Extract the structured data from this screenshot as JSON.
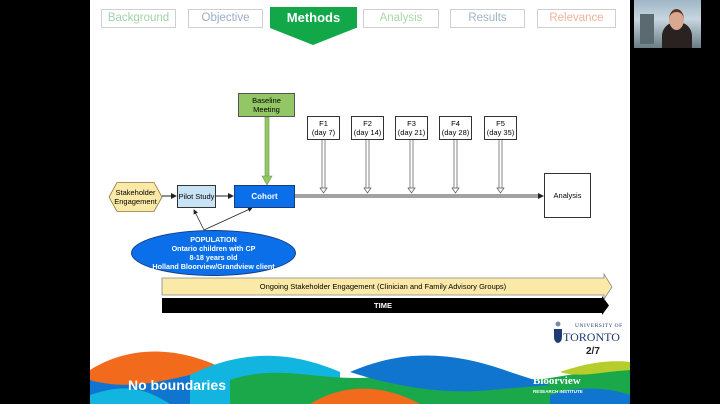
{
  "nav_tabs": [
    {
      "label": "Background",
      "color": "#9fd3a8"
    },
    {
      "label": "Objective",
      "color": "#9aaec4"
    },
    {
      "label": "Methods",
      "color": "#ffffff",
      "active": true
    },
    {
      "label": "Analysis",
      "color": "#a8d8a8"
    },
    {
      "label": "Results",
      "color": "#9fb4c8"
    },
    {
      "label": "Relevance",
      "color": "#f0b39a"
    }
  ],
  "diagram": {
    "stakeholder": "Stakeholder Engagement",
    "pilot": "Pilot Study",
    "cohort": "Cohort",
    "baseline": "Baseline Meeting",
    "followups": [
      {
        "label": "F1",
        "day": "(day 7)"
      },
      {
        "label": "F2",
        "day": "(day 14)"
      },
      {
        "label": "F3",
        "day": "(day 21)"
      },
      {
        "label": "F4",
        "day": "(day 28)"
      },
      {
        "label": "F5",
        "day": "(day 35)"
      }
    ],
    "analysis": "Analysis",
    "population": {
      "title": "POPULATION",
      "lines": [
        "Ontario children with CP",
        "8-18 years old",
        "Holland Bloorview/Grandview client"
      ]
    },
    "ongoing": "Ongoing Stakeholder Engagement (Clinician and Family Advisory Groups)",
    "time": "TIME"
  },
  "footer": {
    "university_small": "UNIVERSITY OF",
    "university_big": "TORONTO",
    "page": "2/7",
    "slogan": "No boundaries",
    "brand": "Bloorview",
    "brand_sub": "RESEARCH INSTITUTE"
  },
  "colors": {
    "accent": "#12a84a",
    "cohort": "#0a6fe8",
    "pilot": "#c7e3f4",
    "baseline": "#93c765",
    "stakeholder": "#fbe9a7"
  }
}
